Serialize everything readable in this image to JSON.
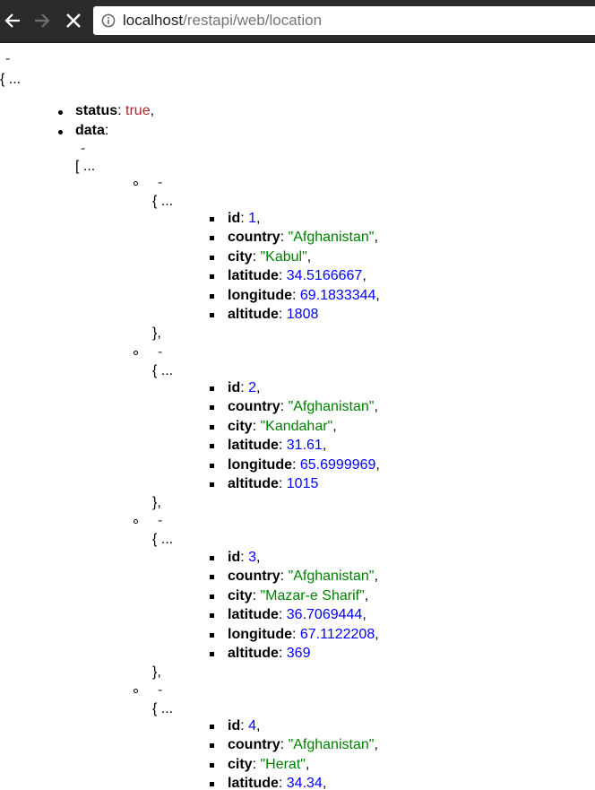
{
  "browser": {
    "url_host": "localhost",
    "url_path": "/restapi/web/location"
  },
  "json": {
    "collapse": "-",
    "root_open": "{ ...",
    "status_key": "status",
    "status_value": "true",
    "data_key": "data",
    "data_open": "[ ...",
    "items": [
      {
        "open": "{ ...",
        "id": "1",
        "country": "\"Afghanistan\"",
        "city": "\"Kabul\"",
        "latitude": "34.5166667",
        "longitude": "69.1833344",
        "altitude": "1808",
        "close": "},"
      },
      {
        "open": "{ ...",
        "id": "2",
        "country": "\"Afghanistan\"",
        "city": "\"Kandahar\"",
        "latitude": "31.61",
        "longitude": "65.6999969",
        "altitude": "1015",
        "close": "},"
      },
      {
        "open": "{ ...",
        "id": "3",
        "country": "\"Afghanistan\"",
        "city": "\"Mazar-e Sharif\"",
        "latitude": "36.7069444",
        "longitude": "67.1122208",
        "altitude": "369",
        "close": "},"
      },
      {
        "open": "{ ...",
        "id": "4",
        "country": "\"Afghanistan\"",
        "city": "\"Herat\"",
        "latitude": "34.34",
        "longitude": "",
        "altitude": "",
        "close": ""
      }
    ],
    "field_keys": {
      "id": "id",
      "country": "country",
      "city": "city",
      "latitude": "latitude",
      "longitude": "longitude",
      "altitude": "altitude"
    }
  }
}
